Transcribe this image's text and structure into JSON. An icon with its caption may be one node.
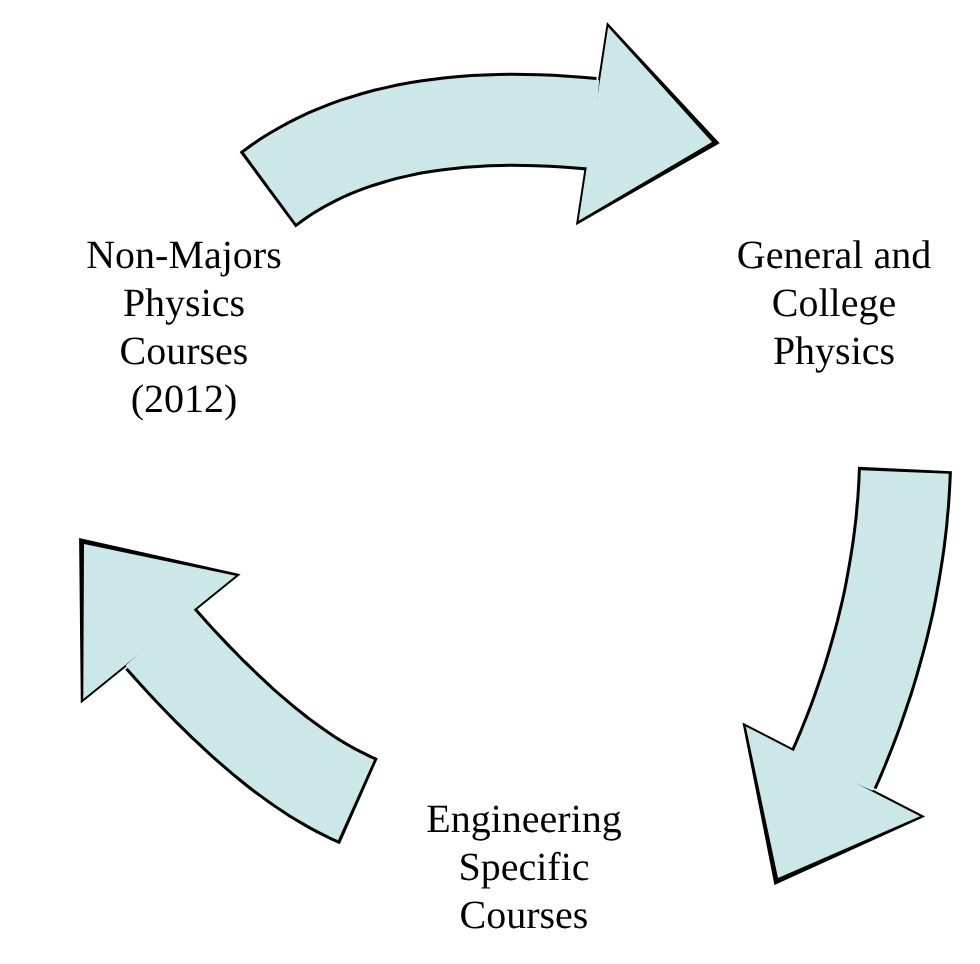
{
  "diagram": {
    "nodes": [
      {
        "text": [
          "Non-Majors Physics Courses (2012)"
        ]
      },
      {
        "text": [
          "General and College Physics"
        ]
      },
      {
        "text": [
          "Engineering Specific Courses"
        ]
      }
    ],
    "edges": [
      {
        "from": 0,
        "to": 1,
        "arrow": "to"
      },
      {
        "from": 1,
        "to": 2,
        "arrow": "to"
      },
      {
        "from": 2,
        "to": 0,
        "arrow": "to"
      }
    ]
  }
}
